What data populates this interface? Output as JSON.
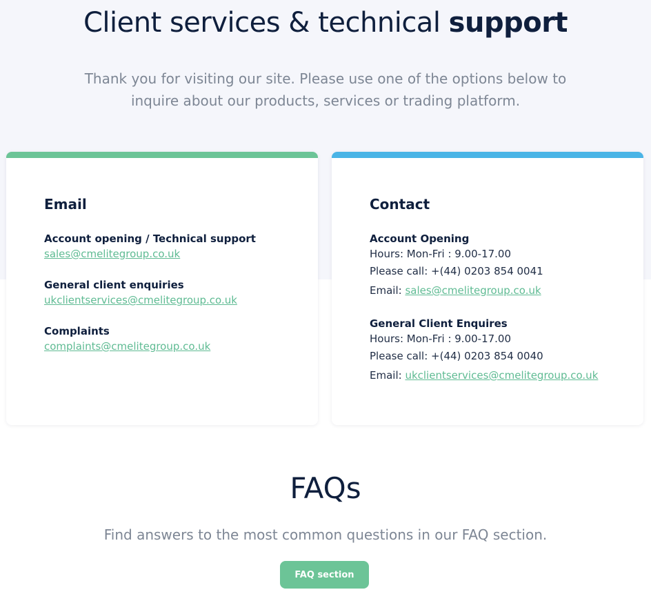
{
  "colors": {
    "green_accent": "#6cc497",
    "blue_accent": "#4ab4e6",
    "link": "#5fbb93",
    "button": "#6cc497"
  },
  "hero": {
    "title_regular": "Client services & technical ",
    "title_bold": "support",
    "subtitle": "Thank you for visiting our site. Please use one of the options below to inquire about our products, services or trading platform."
  },
  "email_card": {
    "title": "Email",
    "groups": [
      {
        "label": "Account opening / Technical support",
        "email": "sales@cmelitegroup.co.uk"
      },
      {
        "label": "General client enquiries",
        "email": "ukclientservices@cmelitegroup.co.uk"
      },
      {
        "label": "Complaints",
        "email": "complaints@cmelitegroup.co.uk"
      }
    ]
  },
  "contact_card": {
    "title": "Contact",
    "groups": [
      {
        "label": "Account Opening",
        "hours": "Hours: Mon-Fri : 9.00-17.00",
        "call": "Please call: +(44) 0203 854 0041",
        "email_prefix": "Email: ",
        "email": "sales@cmelitegroup.co.uk"
      },
      {
        "label": "General Client Enquires",
        "hours": "Hours: Mon-Fri : 9.00-17.00",
        "call": "Please call: +(44) 0203 854 0040",
        "email_prefix": "Email: ",
        "email": "ukclientservices@cmelitegroup.co.uk"
      }
    ]
  },
  "faq": {
    "title": "FAQs",
    "subtitle": "Find answers to the most common questions in our FAQ section.",
    "button": "FAQ section"
  }
}
